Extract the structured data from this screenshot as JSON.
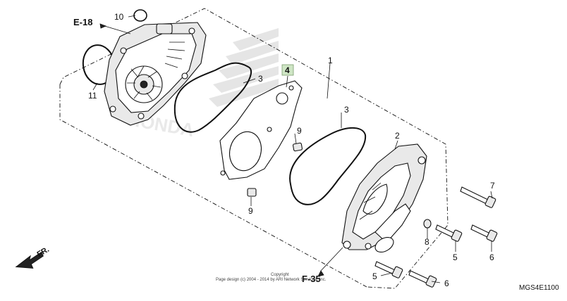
{
  "diagram_code": "MGS4E1100",
  "copyright_line1": "Copyright",
  "copyright_line2": "Page design (c) 2004 - 2014 by ARI Network Services, Inc.",
  "refs": {
    "e18": "E-18",
    "f35": "F-35",
    "fr": "FR."
  },
  "callouts": {
    "p1": "1",
    "p2": "2",
    "p3a": "3",
    "p3b": "3",
    "p4": "4",
    "p5a": "5",
    "p5b": "5",
    "p6a": "6",
    "p6b": "6",
    "p7": "7",
    "p8": "8",
    "p9a": "9",
    "p9b": "9",
    "p10": "10",
    "p11": "11"
  },
  "watermark": "HONDA"
}
